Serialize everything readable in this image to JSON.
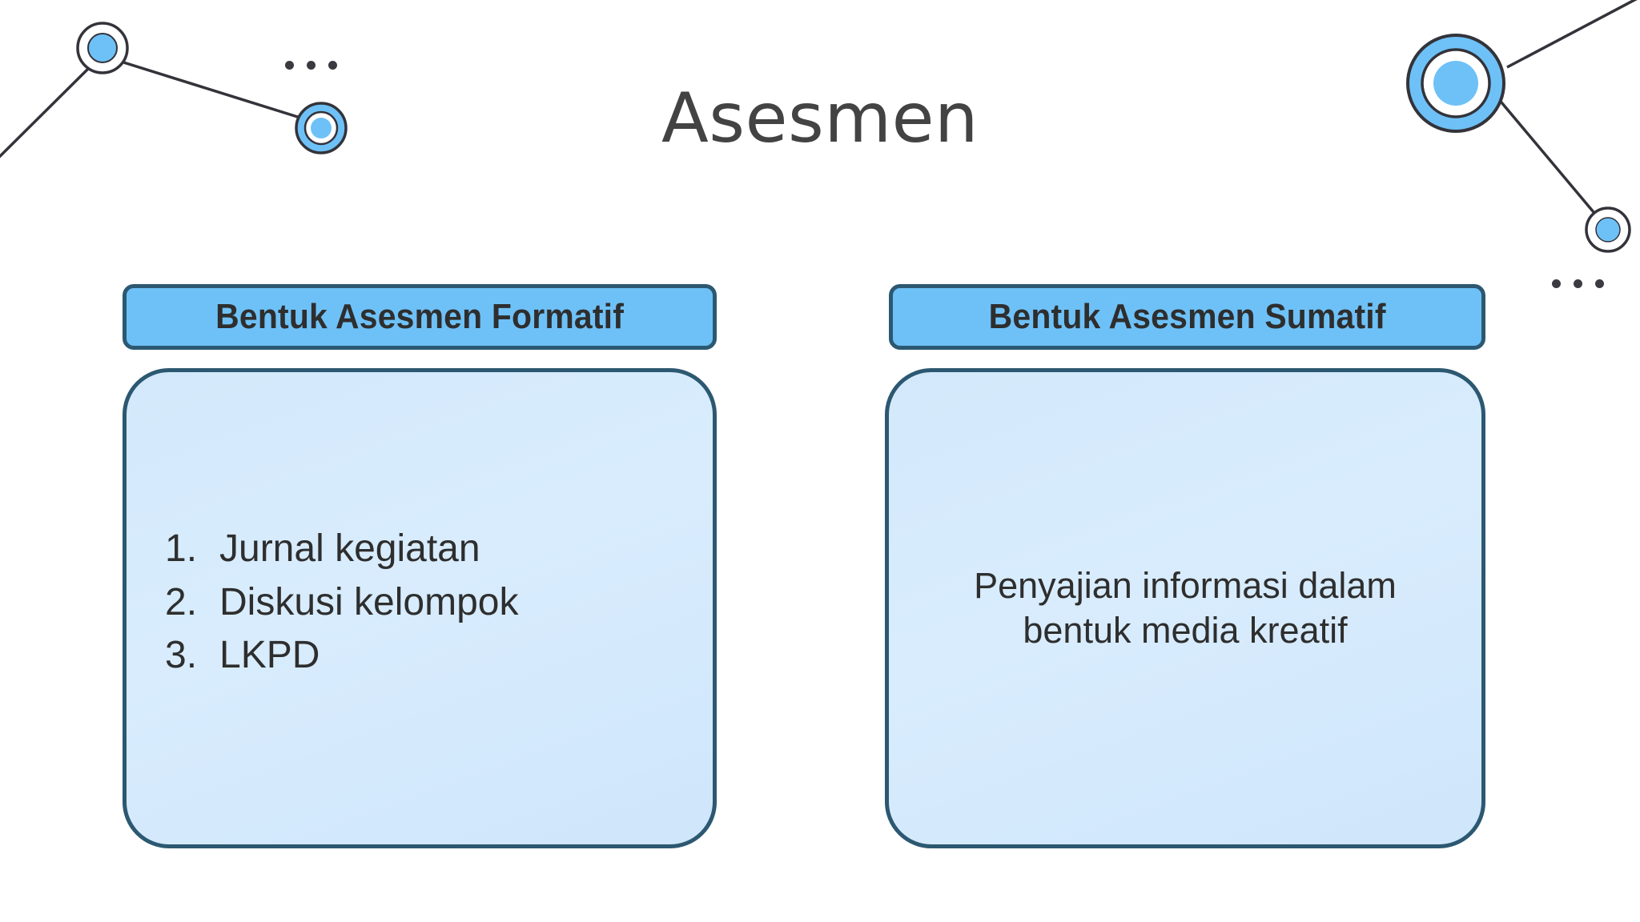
{
  "slide": {
    "title": "Asesmen",
    "background_color": "#ffffff"
  },
  "theme": {
    "accent_blue": "#6ec1f7",
    "body_blue": "#d6eafc",
    "outline": "#2c5871",
    "text": "#2e2e2e",
    "title_text": "#434343",
    "dot_color": "#3a3a40"
  },
  "decorations": {
    "ellipsis_top_left": "...",
    "ellipsis_right": "...",
    "node_graphic_left_name": "network-nodes-top-left",
    "node_graphic_right_name": "network-nodes-top-right"
  },
  "cards": [
    {
      "id": "formatif",
      "header": "Bentuk Asesmen Formatif",
      "content_type": "ordered-list",
      "items": [
        {
          "marker": "1.",
          "text": "Jurnal kegiatan"
        },
        {
          "marker": "2.",
          "text": "Diskusi kelompok"
        },
        {
          "marker": "3.",
          "text": "LKPD"
        }
      ]
    },
    {
      "id": "sumatif",
      "header": "Bentuk Asesmen Sumatif",
      "content_type": "paragraph",
      "paragraph_line_1": "Penyajian informasi dalam",
      "paragraph_line_2": "bentuk media kreatif"
    }
  ]
}
